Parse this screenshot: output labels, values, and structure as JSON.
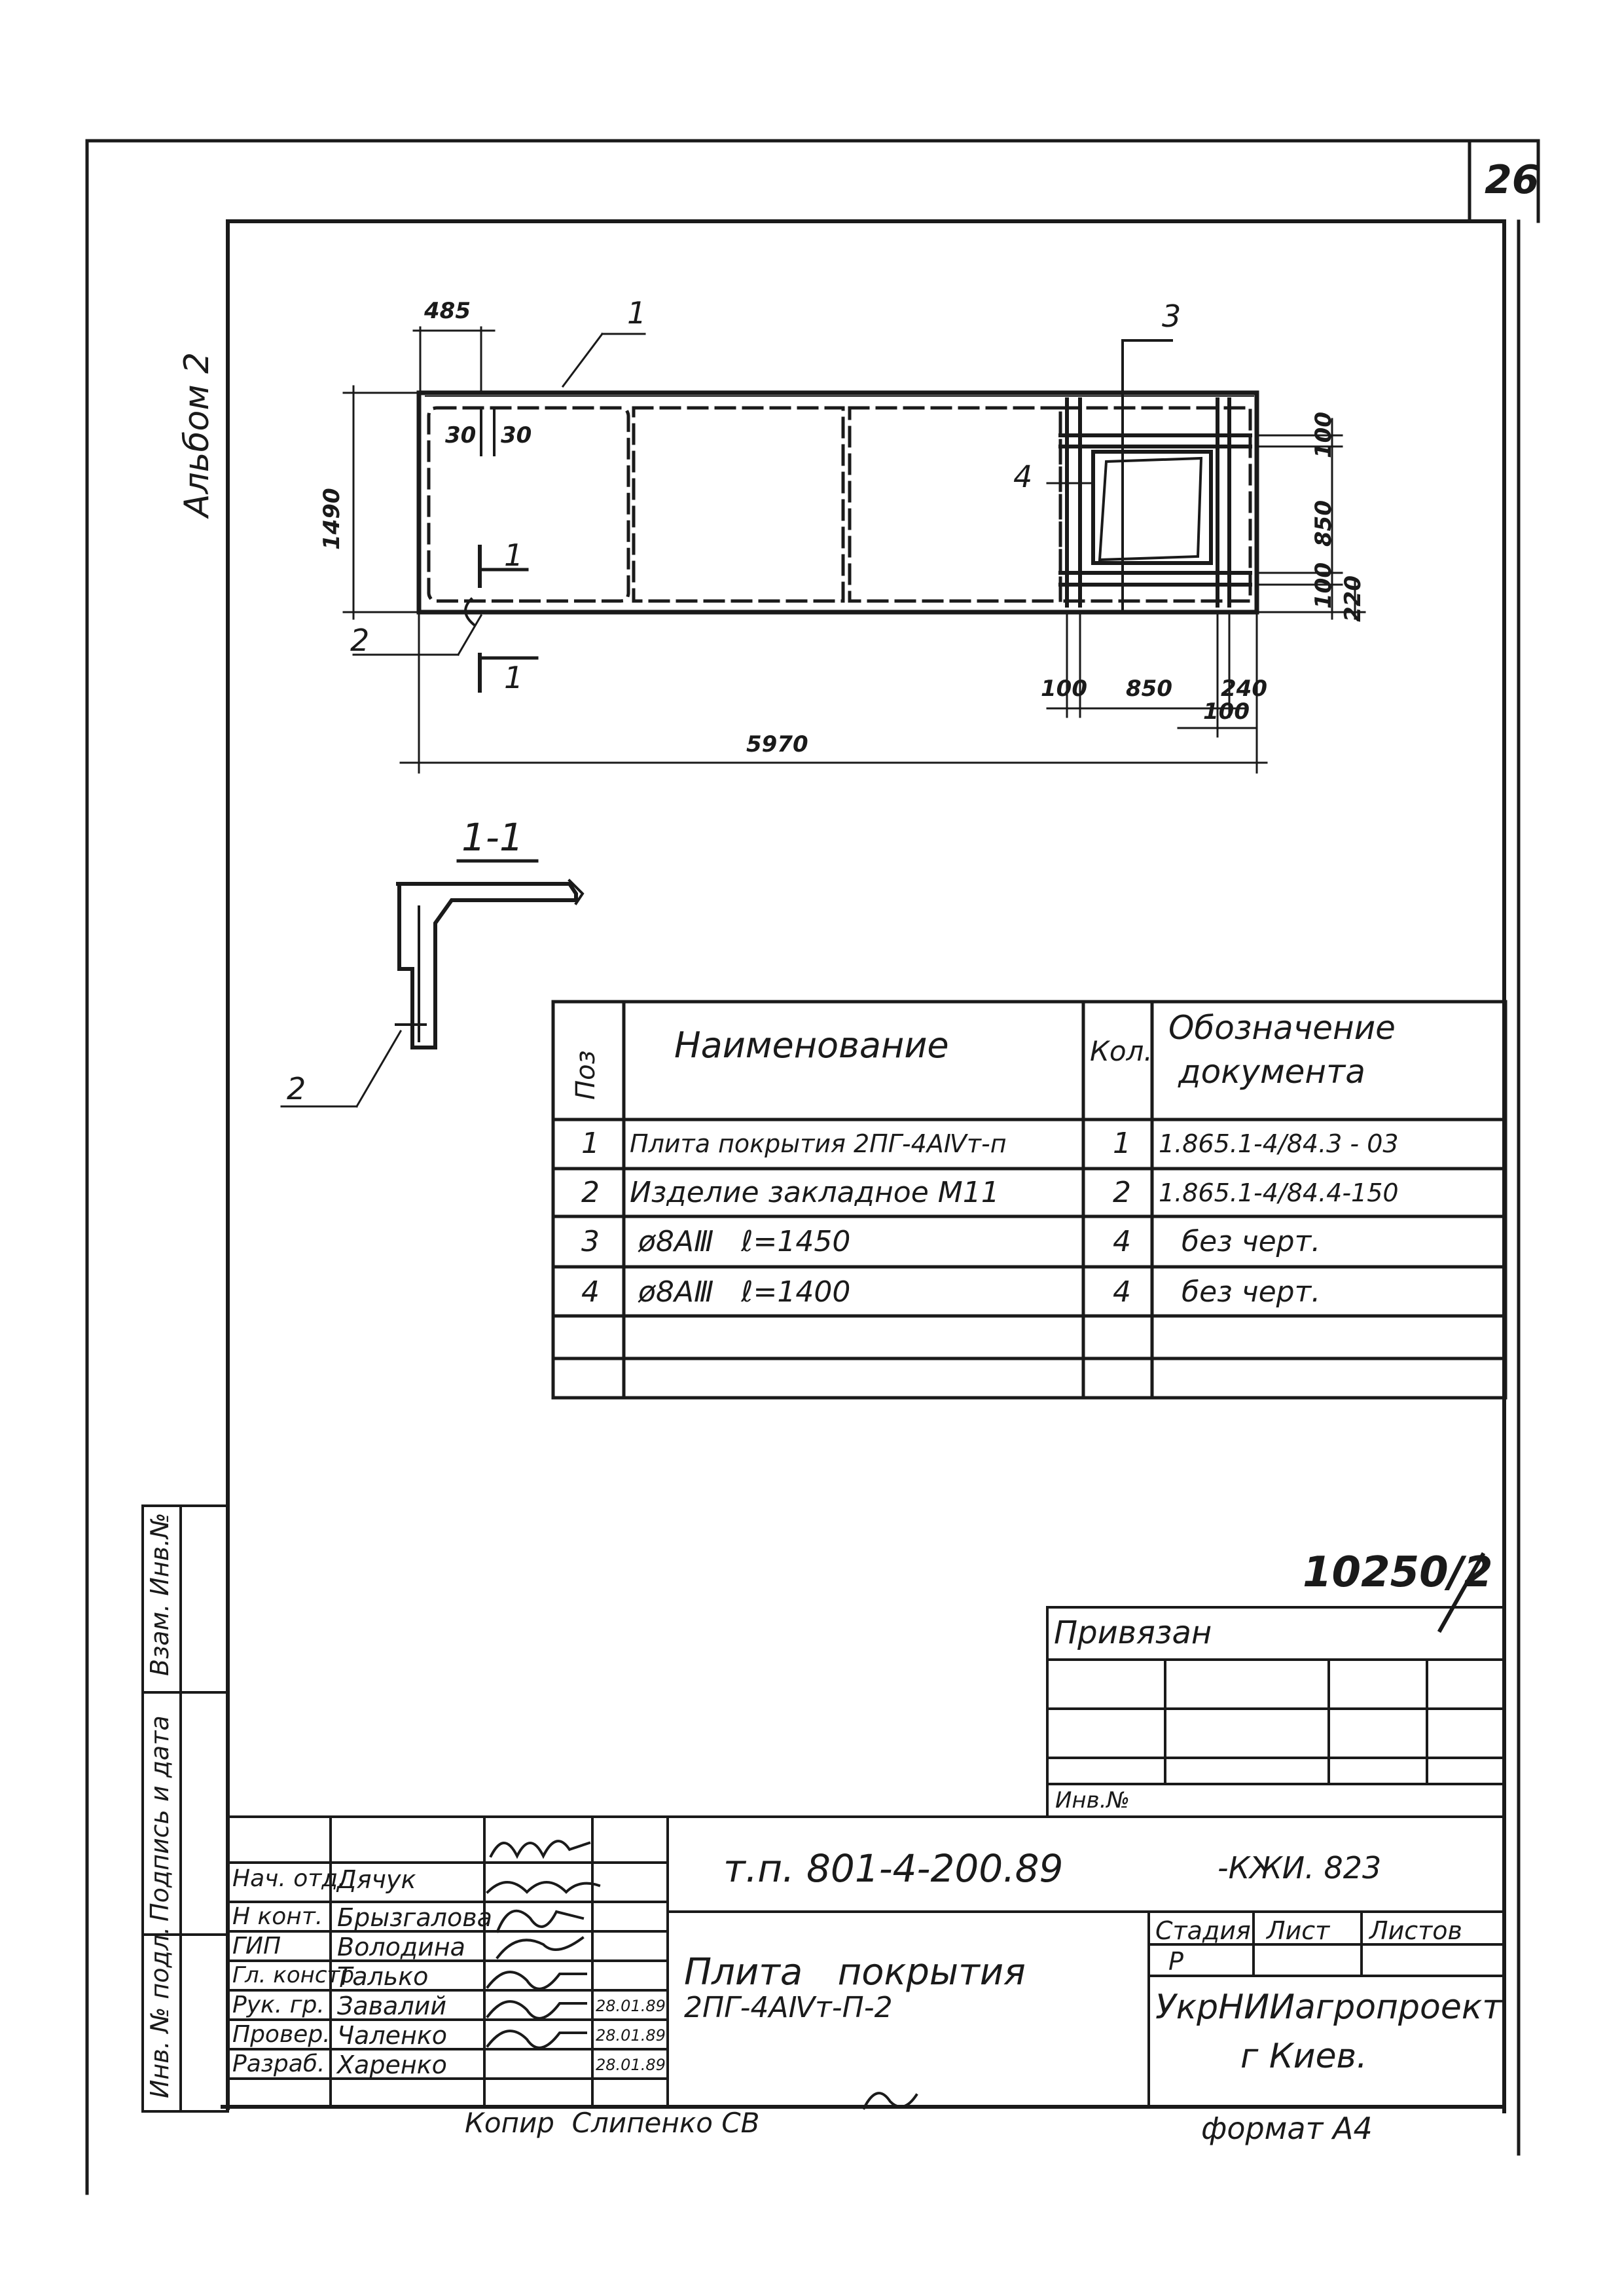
{
  "sheet": {
    "number": "26",
    "album": "Альбом 2",
    "handwritten_number": "10250/2"
  },
  "plan": {
    "dims": {
      "d485": "485",
      "d30a": "30",
      "d30b": "30",
      "d1490": "1490",
      "d5970": "5970",
      "d100a": "100",
      "d850h": "850",
      "d240": "240",
      "d100b": "100",
      "d100r": "100",
      "d850v": "850",
      "d100r2": "100",
      "d220": "220"
    },
    "callouts": {
      "c1": "1",
      "c2": "2",
      "c3": "3",
      "c4": "4",
      "cut_top": "1",
      "cut_bottom": "1"
    }
  },
  "section": {
    "title": "1-1",
    "callout": "2"
  },
  "spec_table": {
    "headers": {
      "pos": "Поз",
      "name": "Наименование",
      "qty": "Кол.",
      "doc_line1": "Обозначение",
      "doc_line2": "документа"
    },
    "rows": [
      {
        "pos": "1",
        "name": "Плита покрытия 2ПГ-4АⅣт-п",
        "qty": "1",
        "doc": "1.865.1-4/84.3 - 03"
      },
      {
        "pos": "2",
        "name": "Изделие закладное М11",
        "qty": "2",
        "doc": "1.865.1-4/84.4-150"
      },
      {
        "pos": "3",
        "name": "ø8AⅢ   ℓ=1450",
        "qty": "4",
        "doc": "без черт."
      },
      {
        "pos": "4",
        "name": "ø8AⅢ   ℓ=1400",
        "qty": "4",
        "doc": "без черт."
      },
      {
        "pos": "",
        "name": "",
        "qty": "",
        "doc": ""
      }
    ]
  },
  "privyazan": {
    "label": "Привязан",
    "inv_label": "Инв.№"
  },
  "side_stamp": {
    "vzam": "Взам. Инв.№",
    "podpis": "Подпись и дата",
    "inv_podl": "Инв. № подл."
  },
  "title_block": {
    "code": "т.п. 801-4-200.89",
    "code_suffix": "-КЖИ. 823",
    "title_line1": "Плита   покрытия",
    "title_line2": "2ПГ-4АⅣт-П-2",
    "stage_label": "Стадия",
    "sheet_label": "Лист",
    "sheets_label": "Листов",
    "stage_value": "Р",
    "org_line1": "УкрНИИагропроект",
    "org_line2": "г Киев.",
    "format": "формат А4",
    "copy": "Копир  Слипенко СВ",
    "roles": [
      {
        "role": "Нач. отд.",
        "name": "Дячук",
        "date": ""
      },
      {
        "role": "Н конт.",
        "name": "Брызгалова",
        "date": ""
      },
      {
        "role": "ГИП",
        "name": "Володина",
        "date": ""
      },
      {
        "role": "Гл. констр",
        "name": "Талько",
        "date": ""
      },
      {
        "role": "Рук. гр.",
        "name": "Завалий",
        "date": "28.01.89"
      },
      {
        "role": "Провер.",
        "name": "Чаленко",
        "date": "28.01.89"
      },
      {
        "role": "Разраб.",
        "name": "Харенко",
        "date": "28.01.89"
      }
    ]
  }
}
